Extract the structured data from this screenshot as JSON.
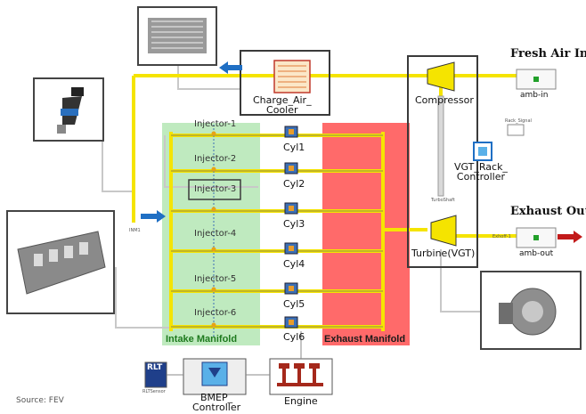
{
  "labels": {
    "fresh_air_in": "Fresh Air In",
    "exhaust_out": "Exhaust Out",
    "amb_in": "amb-in",
    "amb_out": "amb-out",
    "compressor": "Compressor",
    "turbine": "Turbine(VGT)",
    "charge_air_cooler": "Charge_Air_\nCooler",
    "vgt_rack_controller": "VGT_Rack_\nController",
    "rack_signal": "Rack_Signal",
    "turbo_shaft": "TurboShaft",
    "exhoff": "Exhoff-1",
    "intake_manifold": "Intake Manifold",
    "exhaust_manifold": "Exhaust Manifold",
    "bmep_controller": "BMEP_\nController",
    "engine": "Engine",
    "rlt": "RLT",
    "rlt_sensor": "RLTSensor",
    "inm": "INM1",
    "source": "Source: FEV"
  },
  "injectors": [
    "Injector-1",
    "Injector-2",
    "Injector-3",
    "Injector-4",
    "Injector-5",
    "Injector-6"
  ],
  "cylinders": [
    "Cyl1",
    "Cyl2",
    "Cyl3",
    "Cyl4",
    "Cyl5",
    "Cyl6"
  ],
  "colors": {
    "pipe": "#f5e400",
    "intake_zone": "#bfeabf",
    "exhaust_zone": "#ff6a6a",
    "arrow_blue": "#1f6fc4",
    "arrow_red": "#c21a1a",
    "box_border": "#3a3a3a"
  },
  "photos": {
    "intercooler": "intercooler-photo",
    "injector": "injector-photo",
    "manifold": "manifold-photo",
    "turbocharger": "turbocharger-photo"
  }
}
